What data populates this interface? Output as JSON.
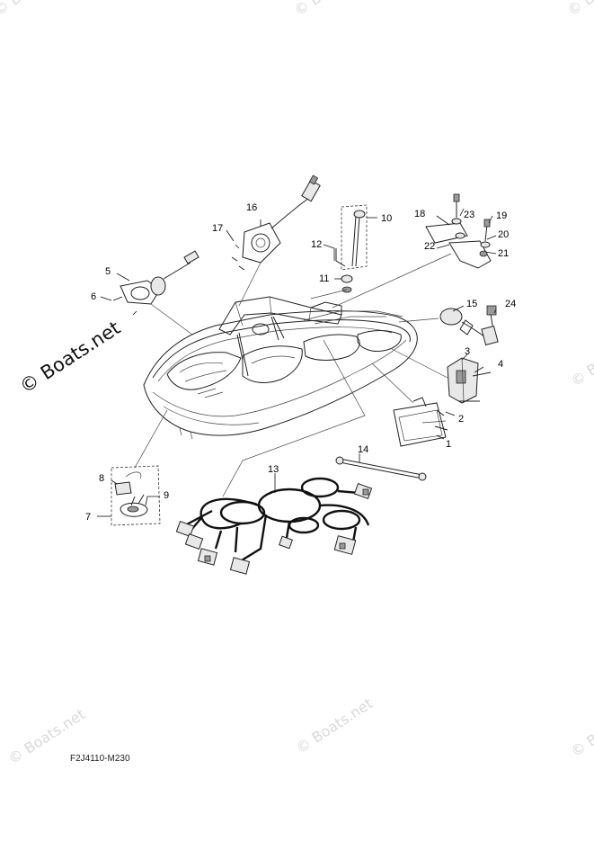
{
  "watermark": {
    "main": "© Boats.net",
    "ghost": "© Boats.net"
  },
  "diagram_code": "F2J4110-M230",
  "callouts": [
    "1",
    "2",
    "3",
    "4",
    "5",
    "6",
    "7",
    "8",
    "9",
    "10",
    "11",
    "12",
    "13",
    "14",
    "15",
    "16",
    "17",
    "18",
    "19",
    "20",
    "21",
    "22",
    "23",
    "24"
  ]
}
